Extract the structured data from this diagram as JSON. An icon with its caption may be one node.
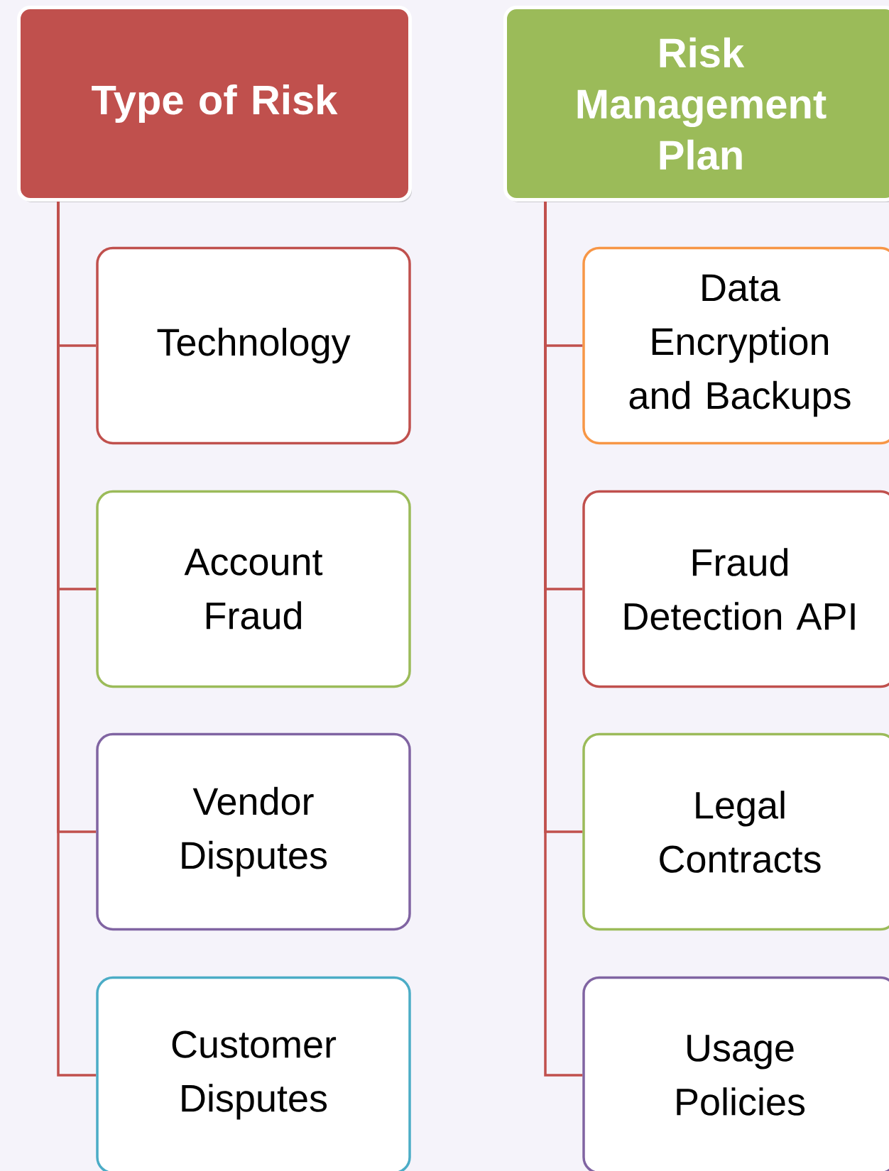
{
  "diagram": {
    "nodes": [
      {
        "text": [
          "Type of Risk"
        ]
      },
      {
        "text": [
          "Technology"
        ]
      },
      {
        "text": [
          "Account Fraud"
        ]
      },
      {
        "text": [
          "Vendor Disputes"
        ]
      },
      {
        "text": [
          "Customer Disputes"
        ]
      },
      {
        "text": [
          "Risk Management Plan"
        ]
      },
      {
        "text": [
          "Data Encryption and Backups"
        ]
      },
      {
        "text": [
          "Fraud Detection API"
        ]
      },
      {
        "text": [
          "Legal Contracts"
        ]
      },
      {
        "text": [
          "Usage Policies"
        ]
      }
    ],
    "edges": [
      {
        "from": 0,
        "to": 1,
        "arrow": "none"
      },
      {
        "from": 0,
        "to": 2,
        "arrow": "none"
      },
      {
        "from": 0,
        "to": 3,
        "arrow": "none"
      },
      {
        "from": 0,
        "to": 4,
        "arrow": "none"
      },
      {
        "from": 5,
        "to": 6,
        "arrow": "none"
      },
      {
        "from": 5,
        "to": 7,
        "arrow": "none"
      },
      {
        "from": 5,
        "to": 8,
        "arrow": "none"
      },
      {
        "from": 5,
        "to": 9,
        "arrow": "none"
      }
    ]
  }
}
